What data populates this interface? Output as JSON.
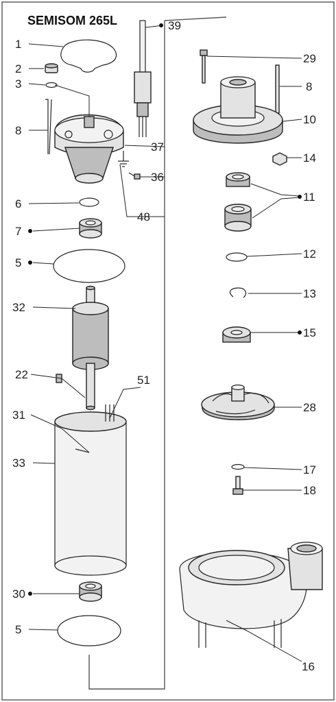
{
  "title": "SEMISOM 265L",
  "labels": {
    "l1": "1",
    "l2": "2",
    "l3": "3",
    "l8a": "8",
    "l6": "6",
    "l7": "7",
    "l5a": "5",
    "l32": "32",
    "l22": "22",
    "l51": "51",
    "l31": "31",
    "l33": "33",
    "l30": "30",
    "l5b": "5",
    "l39": "39",
    "l37": "37",
    "l36": "36",
    "l48": "48",
    "l29": "29",
    "l8b": "8",
    "l10": "10",
    "l14": "14",
    "l11": "11",
    "l12": "12",
    "l13": "13",
    "l15": "15",
    "l28": "28",
    "l17": "17",
    "l18": "18",
    "l16": "16"
  }
}
